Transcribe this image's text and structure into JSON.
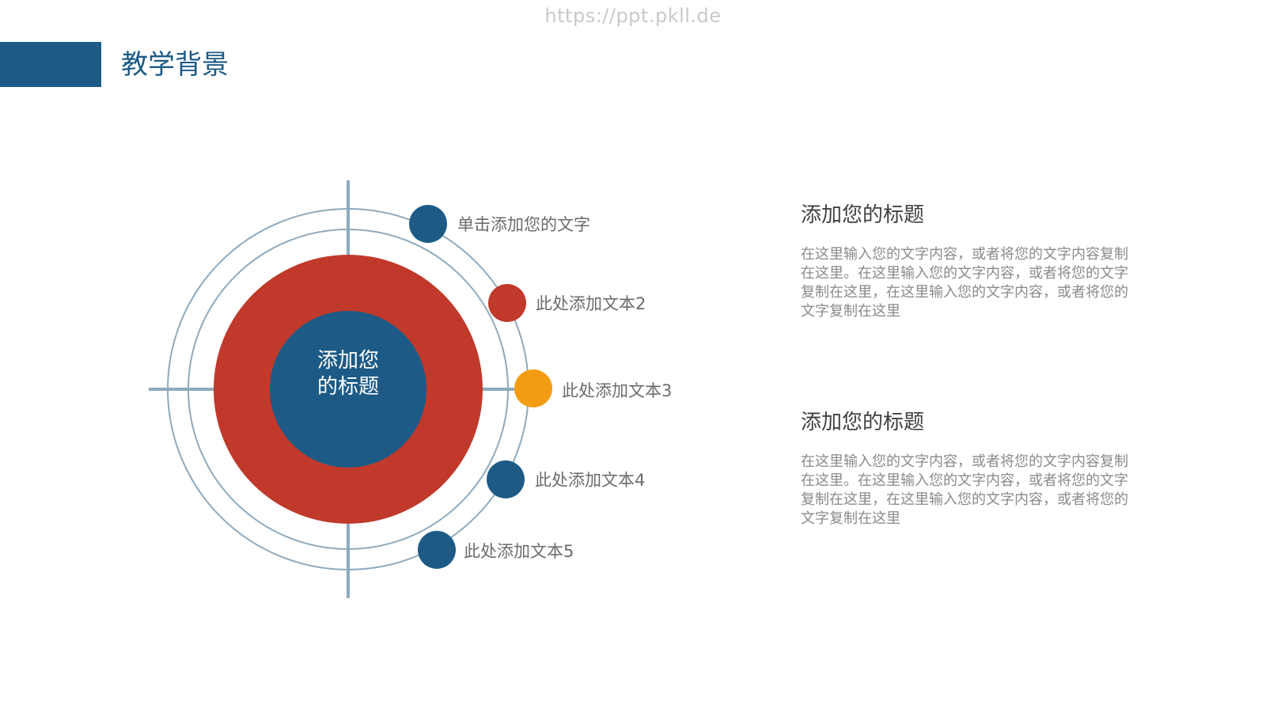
{
  "watermark": "https://ppt.pkll.de",
  "header": {
    "title": "教学背景",
    "accent_color": "#1d5b86"
  },
  "diagram": {
    "center_title": "添加您\n的标题",
    "ring_color": "#c0392b",
    "core_color": "#1d5b86",
    "orbit_color": "#8faabd",
    "items": [
      {
        "label": "单击添加您的文字",
        "color": "#1d5b86"
      },
      {
        "label": "此处添加文本2",
        "color": "#c0392b"
      },
      {
        "label": "此处添加文本3",
        "color": "#f39c12"
      },
      {
        "label": "此处添加文本4",
        "color": "#1d5b86"
      },
      {
        "label": "此处添加文本5",
        "color": "#1d5b86"
      }
    ]
  },
  "blocks": [
    {
      "title": "添加您的标题",
      "body": "在这里输入您的文字内容，或者将您的文字内容复制在这里。在这里输入您的文字内容，或者将您的文字复制在这里，在这里输入您的文字内容，或者将您的文字复制在这里"
    },
    {
      "title": "添加您的标题",
      "body": "在这里输入您的文字内容，或者将您的文字内容复制在这里。在这里输入您的文字内容，或者将您的文字复制在这里，在这里输入您的文字内容，或者将您的文字复制在这里"
    }
  ]
}
